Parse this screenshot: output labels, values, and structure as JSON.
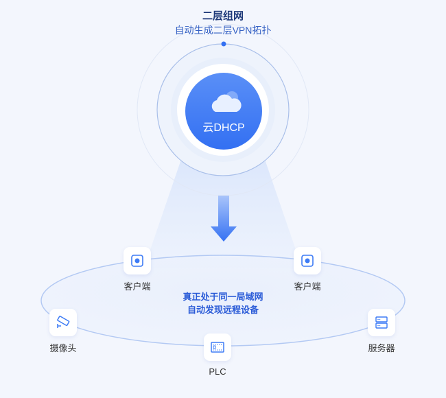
{
  "header": {
    "title": "二层组网",
    "subtitle": "自动生成二层VPN拓扑"
  },
  "hub": {
    "label": "云DHCP",
    "icon": "cloud-icon"
  },
  "center_text": {
    "line1": "真正处于同一局域网",
    "line2": "自动发现远程设备"
  },
  "nodes": [
    {
      "label": "客户端",
      "icon": "client-icon"
    },
    {
      "label": "客户端",
      "icon": "client-icon"
    },
    {
      "label": "摄像头",
      "icon": "camera-icon"
    },
    {
      "label": "PLC",
      "icon": "plc-icon"
    },
    {
      "label": "服务器",
      "icon": "server-icon"
    }
  ],
  "colors": {
    "accent": "#3d7bf5",
    "text_dark": "#1f3a7a",
    "background": "#f3f6fd"
  }
}
